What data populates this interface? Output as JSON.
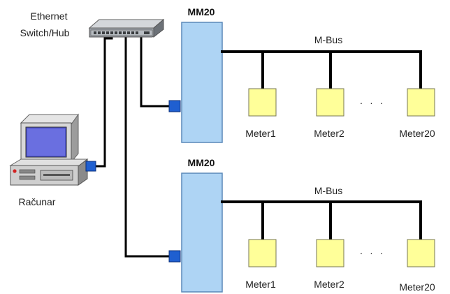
{
  "switch": {
    "label_line1": "Ethernet",
    "label_line2": "Switch/Hub",
    "icon": "network-switch-icon"
  },
  "computer": {
    "label": "Računar",
    "icon": "desktop-computer-icon"
  },
  "networks": [
    {
      "controller_label": "MM20",
      "bus_label": "M-Bus",
      "meters": [
        "Meter1",
        "Meter2",
        "Meter20"
      ],
      "ellipsis": "· · ·"
    },
    {
      "controller_label": "MM20",
      "bus_label": "M-Bus",
      "meters": [
        "Meter1",
        "Meter2",
        "Meter20"
      ],
      "ellipsis": "· · ·"
    }
  ],
  "colors": {
    "controller_fill": "#aed4f4",
    "controller_stroke": "#5a88b8",
    "port_fill": "#1f5fd0",
    "meter_fill": "#ffff99",
    "meter_stroke": "#777755",
    "wire": "#000000"
  }
}
